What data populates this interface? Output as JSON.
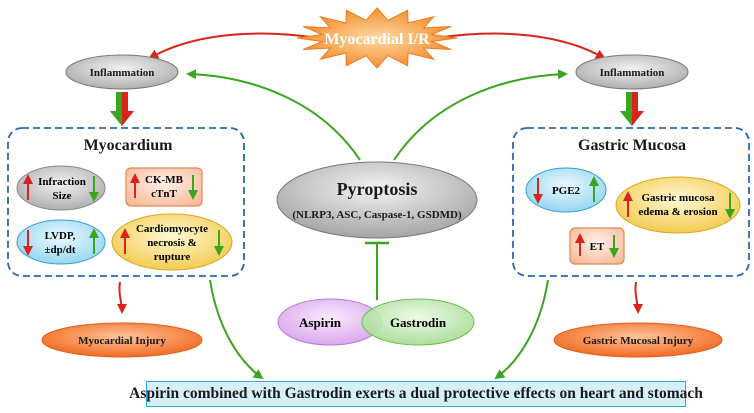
{
  "trigger": "Myocardial I/R",
  "left_inflammation": "Inflammation",
  "right_inflammation": "Inflammation",
  "center": {
    "title": "Pyroptosis",
    "subtitle": "(NLRP3, ASC, Caspase-1, GSDMD)"
  },
  "drugs": {
    "aspirin": "Aspirin",
    "gastrodin": "Gastrodin"
  },
  "myocardium": {
    "title": "Myocardium",
    "infarction": [
      "Infraction",
      "Size"
    ],
    "ckmb": [
      "CK-MB",
      "cTnT"
    ],
    "lvdp": [
      "LVDP,",
      "±dp/dt"
    ],
    "cardiomyocyte": [
      "Cardiomyocyte",
      "necrosis &",
      "rupture"
    ],
    "injury": "Myocardial Injury"
  },
  "gastric": {
    "title": "Gastric Mucosa",
    "pge2": "PGE2",
    "edema": [
      "Gastric mucosa",
      "edema & erosion"
    ],
    "et": "ET",
    "injury": "Gastric Mucosal Injury"
  },
  "conclusion": "Aspirin combined with Gastrodin exerts a dual protective effects on heart and stomach",
  "colors": {
    "red_arrow": "#d9241c",
    "green_arrow": "#3aa51f",
    "dashed_box": "#2a68b5",
    "star": "#f48a2a",
    "injury_orange": "#f26f1f"
  }
}
